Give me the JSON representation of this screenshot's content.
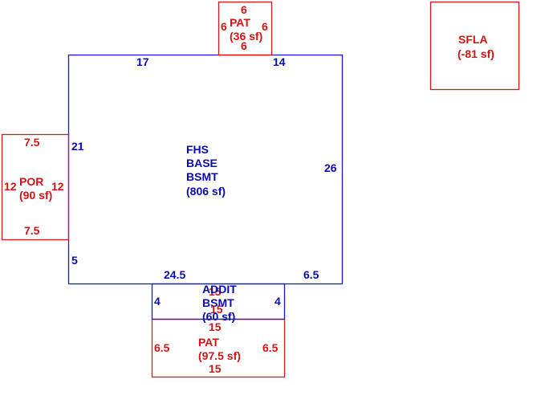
{
  "areas": {
    "fhs_base_bsmt": {
      "name_lines": [
        "FHS",
        "BASE",
        "BSMT"
      ],
      "area": "(806 sf)",
      "dims": {
        "top_left": "17",
        "top_right": "14",
        "right": "26",
        "left_upper": "21",
        "left_lower": "5",
        "bottom_left": "24.5",
        "bottom_right": "6.5"
      }
    },
    "pat_top": {
      "name": "PAT",
      "area": "(36 sf)",
      "dims": {
        "top": "6",
        "bottom": "6",
        "left": "6",
        "right": "6"
      }
    },
    "sfla": {
      "name": "SFLA",
      "area": "(-81 sf)"
    },
    "por": {
      "name": "POR",
      "area": "(90 sf)",
      "dims": {
        "top": "7.5",
        "bottom": "7.5",
        "left": "12",
        "right": "12"
      }
    },
    "addit_bsmt": {
      "name_lines": [
        "ADDIT",
        "BSMT"
      ],
      "area": "(60 sf)",
      "dims": {
        "top": "15",
        "bottom": "15",
        "left": "4",
        "right": "4"
      }
    },
    "pat_bottom": {
      "name": "PAT",
      "area": "(97.5 sf)",
      "dims": {
        "top": "15",
        "bottom": "15",
        "left": "6.5",
        "right": "6.5"
      }
    }
  },
  "colors": {
    "main": "#0a0ab4",
    "sub": "#d21414"
  }
}
